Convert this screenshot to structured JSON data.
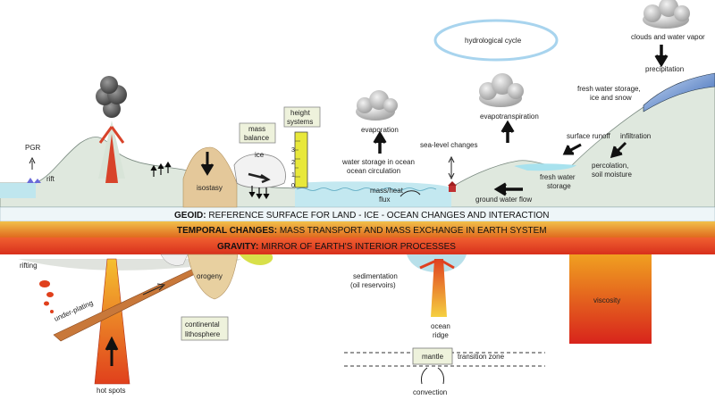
{
  "labels": {
    "hydro": "hydrological cycle",
    "clouds": "clouds and water vapor",
    "precip": "precipitation",
    "fresh_storage": "fresh water storage,",
    "ice_snow": "ice and snow",
    "evaporation": "evaporation",
    "evapotranspiration": "evapotranspiration",
    "sea_level": "sea-level changes",
    "surface_runoff": "surface runoff",
    "infiltration": "infiltration",
    "water_storage1": "water storage in ocean",
    "water_storage2": "ocean circulation",
    "percolation1": "percolation,",
    "percolation2": "soil moisture",
    "fresh_water1": "fresh water",
    "fresh_water2": "storage",
    "mass_heat1": "mass/heat",
    "mass_heat2": "flux",
    "ground_water": "ground water flow",
    "pgr": "PGR",
    "rift": "rift",
    "isostasy": "isostasy",
    "mass_balance1": "mass",
    "mass_balance2": "balance",
    "ice": "ice",
    "height1": "height",
    "height2": "systems",
    "ruler_ticks": [
      "3",
      "2",
      "1",
      "0"
    ],
    "rifting": "rifting",
    "under_plating": "under-plating",
    "orogeny": "orogeny",
    "continental1": "continental",
    "continental2": "lithosphere",
    "sedimentation1": "sedimentation",
    "sedimentation2": "(oil reservoirs)",
    "ocean_ridge1": "ocean",
    "ocean_ridge2": "ridge",
    "viscosity": "viscosity",
    "mantle": "mantle",
    "transition": "transition zone",
    "convection": "convection",
    "hot_spots": "hot spots"
  },
  "bands": {
    "geoid_key": "GEOID:",
    "geoid_text": "REFERENCE SURFACE FOR LAND - ICE - OCEAN CHANGES AND INTERACTION",
    "temporal_key": "TEMPORAL CHANGES:",
    "temporal_text": "MASS TRANSPORT AND MASS EXCHANGE IN EARTH SYSTEM",
    "gravity_key": "GRAVITY:",
    "gravity_text": "MIRROR OF EARTH'S INTERIOR PROCESSES"
  },
  "colors": {
    "land": "#dde8dc",
    "ocean": "#bfe6ee",
    "temporal_band": "#e88a2e",
    "gravity_band": "#e8452a",
    "volcano": "#d2452a",
    "slab": "#c8783a"
  }
}
